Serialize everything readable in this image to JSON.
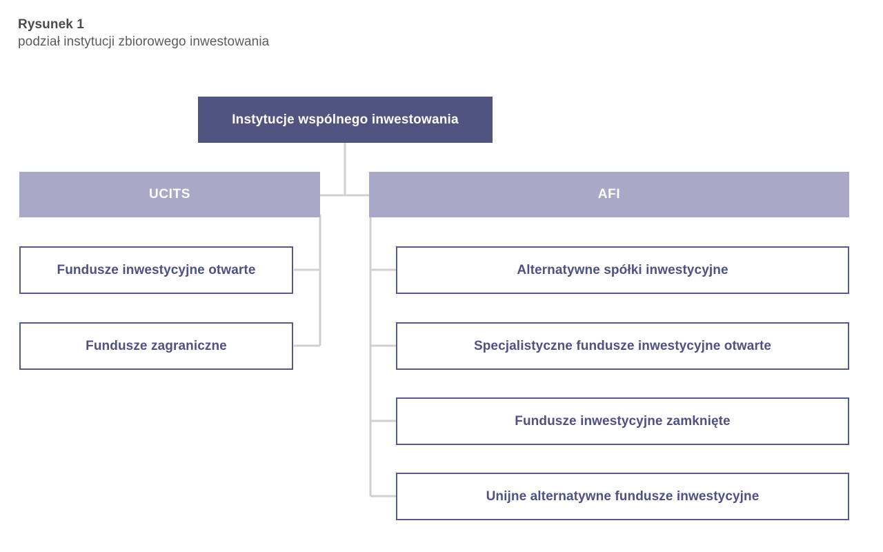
{
  "caption": {
    "title": "Rysunek 1",
    "subtitle": "podział instytucji zbiorowego inwestowania"
  },
  "colors": {
    "root_fill": "#515480",
    "root_text": "#ffffff",
    "band_fill": "#a7a9c6",
    "band_text": "#ffffff",
    "leaf_border": "#565a87",
    "leaf_text": "#4e5183",
    "leaf_fill": "#ffffff",
    "connector": "#cfcfcf",
    "caption_title_text": "#4a4a4a",
    "caption_sub_text": "#5b5b5b"
  },
  "diagram": {
    "type": "org-chart",
    "root": {
      "label": "Instytucje wspólnego inwestowania"
    },
    "branches": [
      {
        "id": "ucits",
        "label": "UCITS",
        "children": [
          {
            "label": "Fundusze inwestycyjne otwarte"
          },
          {
            "label": "Fundusze zagraniczne"
          }
        ]
      },
      {
        "id": "afi",
        "label": "AFI",
        "children": [
          {
            "label": "Alternatywne spółki inwestycyjne"
          },
          {
            "label": "Specjalistyczne fundusze inwestycyjne otwarte"
          },
          {
            "label": "Fundusze inwestycyjne zamknięte"
          },
          {
            "label": "Unijne alternatywne fundusze inwestycyjne"
          }
        ]
      }
    ]
  }
}
